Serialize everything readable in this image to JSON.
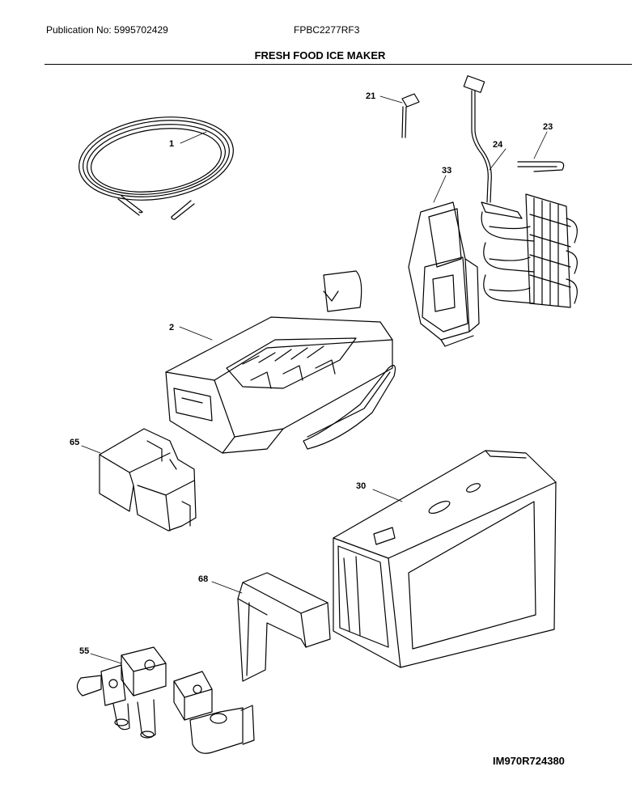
{
  "header": {
    "publication": "Publication No: 5995702429",
    "model": "FPBC2277RF3",
    "title": "FRESH FOOD ICE MAKER"
  },
  "callouts": {
    "p1": "1",
    "p2": "2",
    "p21": "21",
    "p23": "23",
    "p24": "24",
    "p30": "30",
    "p33": "33",
    "p55": "55",
    "p65": "65",
    "p68": "68"
  },
  "footer": {
    "image_id": "IM970R724380"
  }
}
